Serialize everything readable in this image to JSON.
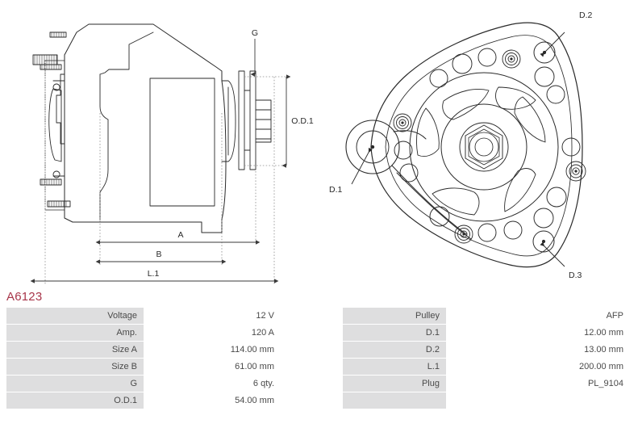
{
  "part": {
    "number": "A6123",
    "number_color": "#a8364a"
  },
  "drawings": {
    "side_view": {
      "name": "alternator-side-view",
      "dimension_labels": {
        "g": "G",
        "od1": "O.D.1",
        "a": "A",
        "b": "B",
        "l1": "L.1"
      }
    },
    "end_view": {
      "name": "alternator-end-view",
      "dimension_labels": {
        "d1": "D.1",
        "d2": "D.2",
        "d3": "D.3"
      }
    }
  },
  "spec_table": {
    "rows": [
      {
        "label_left": "Voltage",
        "value_left": "12 V",
        "label_right": "Pulley",
        "value_right": "AFP"
      },
      {
        "label_left": "Amp.",
        "value_left": "120 A",
        "label_right": "D.1",
        "value_right": "12.00 mm"
      },
      {
        "label_left": "Size A",
        "value_left": "114.00 mm",
        "label_right": "D.2",
        "value_right": "13.00 mm"
      },
      {
        "label_left": "Size B",
        "value_left": "61.00 mm",
        "label_right": "L.1",
        "value_right": "200.00 mm"
      },
      {
        "label_left": "G",
        "value_left": "6 qty.",
        "label_right": "Plug",
        "value_right": "PL_9104"
      },
      {
        "label_left": "O.D.1",
        "value_left": "54.00 mm",
        "label_right": "",
        "value_right": ""
      }
    ]
  },
  "colors": {
    "label_cell_bg": "#dededf",
    "value_cell_bg": "#ffffff",
    "text": "#4a4a4a",
    "line": "#2a2a2a"
  }
}
